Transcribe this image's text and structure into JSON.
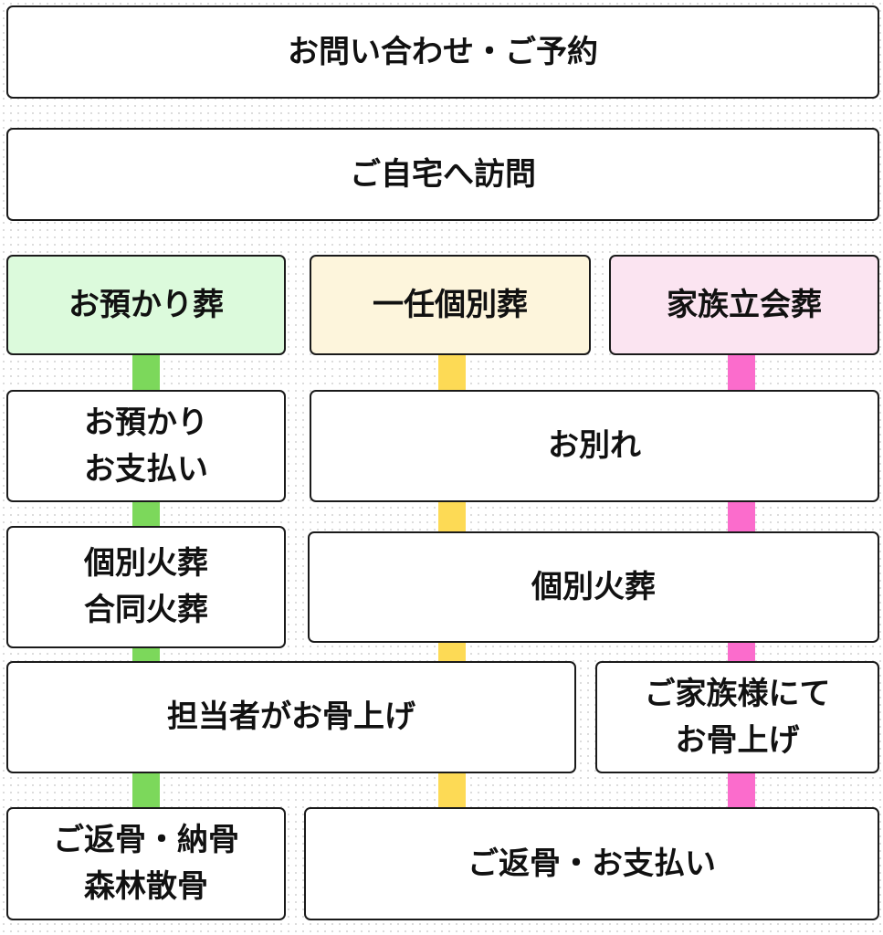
{
  "colors": {
    "green_bar": "#7cd85b",
    "yellow_bar": "#fdda55",
    "pink_bar": "#fb6ccc",
    "green_fill": "#dcfadc",
    "yellow_fill": "#fdf5dc",
    "pink_fill": "#fbe4f1"
  },
  "steps": {
    "inquiry": "お問い合わせ・ご予約",
    "visit": "ご自宅へ訪問"
  },
  "plans": {
    "azukari": "お預かり葬",
    "ichinin": "一任個別葬",
    "kazoku": "家族立会葬"
  },
  "flow": {
    "azukari_payment": "お預かり\nお支払い",
    "farewell": "お別れ",
    "cremation_options": "個別火葬\n合同火葬",
    "cremation_individual": "個別火葬",
    "bone_pickup_staff": "担当者がお骨上げ",
    "bone_pickup_family": "ご家族様にて\nお骨上げ",
    "return_options": "ご返骨・納骨\n森林散骨",
    "return_payment": "ご返骨・お支払い"
  }
}
